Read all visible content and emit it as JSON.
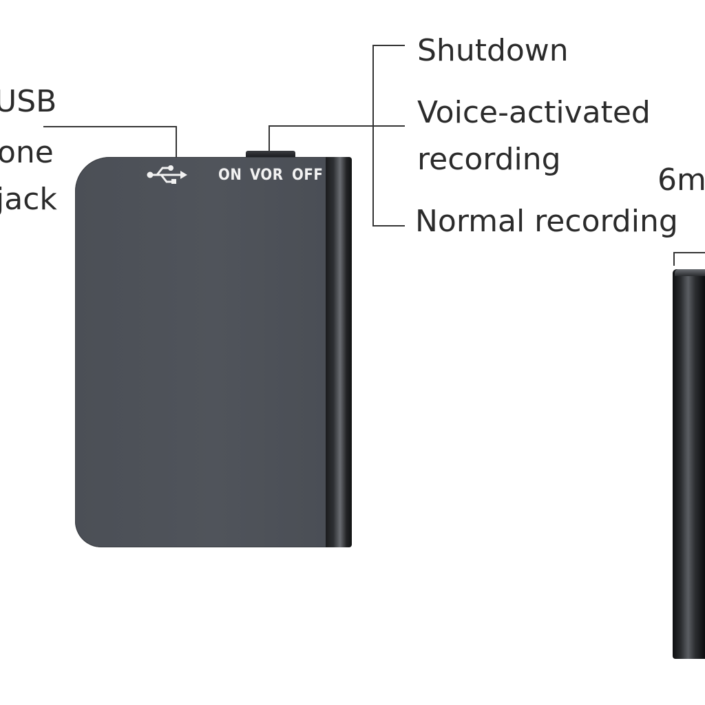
{
  "labels": {
    "usb": "USB",
    "earphone_line1": "one",
    "earphone_line2": "jack",
    "shutdown": "Shutdown",
    "voice_line1": "Voice-activated",
    "voice_line2": "recording",
    "normal": "Normal recording",
    "thickness": "6m"
  },
  "device": {
    "switch_on": "ON",
    "switch_vor": "VOR",
    "switch_off": "OFF",
    "usb_icon": "usb-icon",
    "body_color": "#4e5259",
    "edge_color": "#1c1d20"
  }
}
